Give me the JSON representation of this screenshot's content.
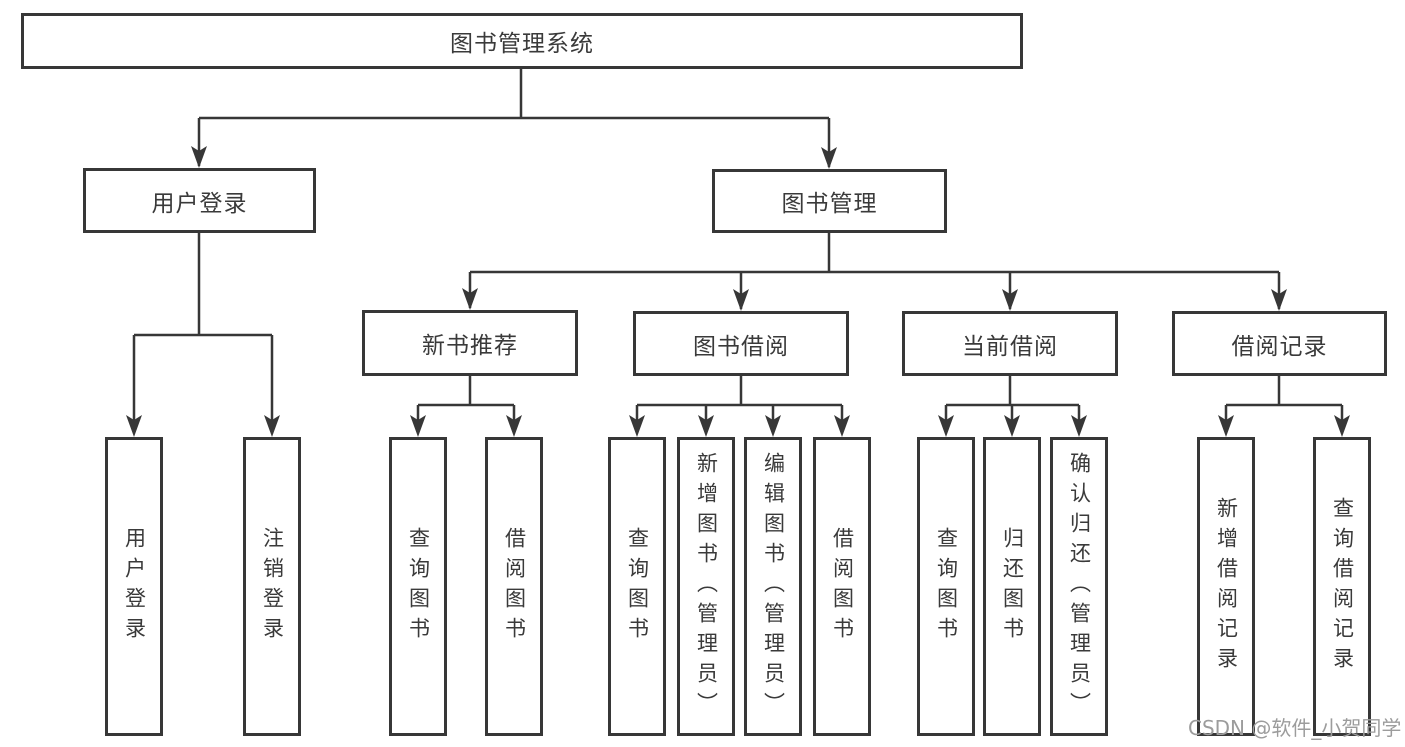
{
  "tree": {
    "label": "图书管理系统",
    "children": [
      {
        "label": "用户登录",
        "children": [
          {
            "label": "用户登录"
          },
          {
            "label": "注销登录"
          }
        ]
      },
      {
        "label": "图书管理",
        "children": [
          {
            "label": "新书推荐",
            "children": [
              {
                "label": "查询图书"
              },
              {
                "label": "借阅图书"
              }
            ]
          },
          {
            "label": "图书借阅",
            "children": [
              {
                "label": "查询图书"
              },
              {
                "label": "新增图书（管理员）"
              },
              {
                "label": "编辑图书（管理员）"
              },
              {
                "label": "借阅图书"
              }
            ]
          },
          {
            "label": "当前借阅",
            "children": [
              {
                "label": "查询图书"
              },
              {
                "label": "归还图书"
              },
              {
                "label": "确认归还（管理员）"
              }
            ]
          },
          {
            "label": "借阅记录",
            "children": [
              {
                "label": "新增借阅记录"
              },
              {
                "label": "查询借阅记录"
              }
            ]
          }
        ]
      }
    ]
  },
  "watermark": "CSDN @软件_小贺同学",
  "colors": {
    "line": "#373737",
    "text": "#3a3a3a",
    "box_fill": "#ffffff",
    "watermark": "#9c9c9c",
    "background": "#ffffff"
  }
}
